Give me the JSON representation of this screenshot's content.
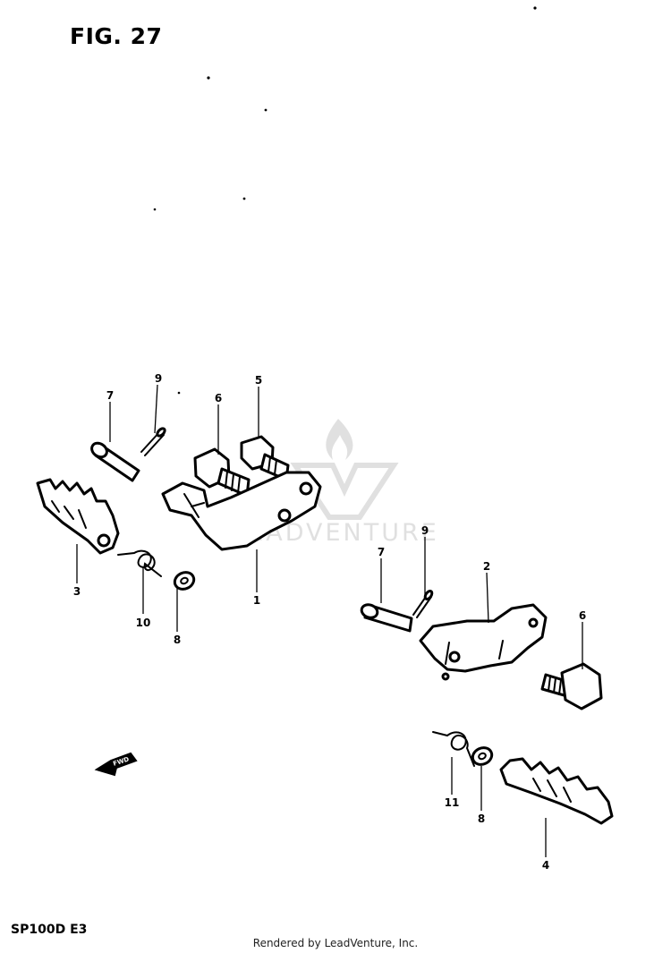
{
  "figure": {
    "title": "FIG. 27",
    "model": "SP100D E3",
    "credit": "Rendered by LeadVenture, Inc.",
    "watermark": "LEADVENTURE",
    "fwd_label": "FWD"
  },
  "callouts": [
    {
      "id": "c7a",
      "label": "7"
    },
    {
      "id": "c9a",
      "label": "9"
    },
    {
      "id": "c6a",
      "label": "6"
    },
    {
      "id": "c5",
      "label": "5"
    },
    {
      "id": "c3",
      "label": "3"
    },
    {
      "id": "c10",
      "label": "10"
    },
    {
      "id": "c8a",
      "label": "8"
    },
    {
      "id": "c1",
      "label": "1"
    },
    {
      "id": "c9b",
      "label": "9"
    },
    {
      "id": "c7b",
      "label": "7"
    },
    {
      "id": "c2",
      "label": "2"
    },
    {
      "id": "c6b",
      "label": "6"
    },
    {
      "id": "c11",
      "label": "11"
    },
    {
      "id": "c8b",
      "label": "8"
    },
    {
      "id": "c4",
      "label": "4"
    }
  ],
  "colors": {
    "ink": "#000000",
    "watermark": "#c8c8c8",
    "paper": "#ffffff"
  }
}
